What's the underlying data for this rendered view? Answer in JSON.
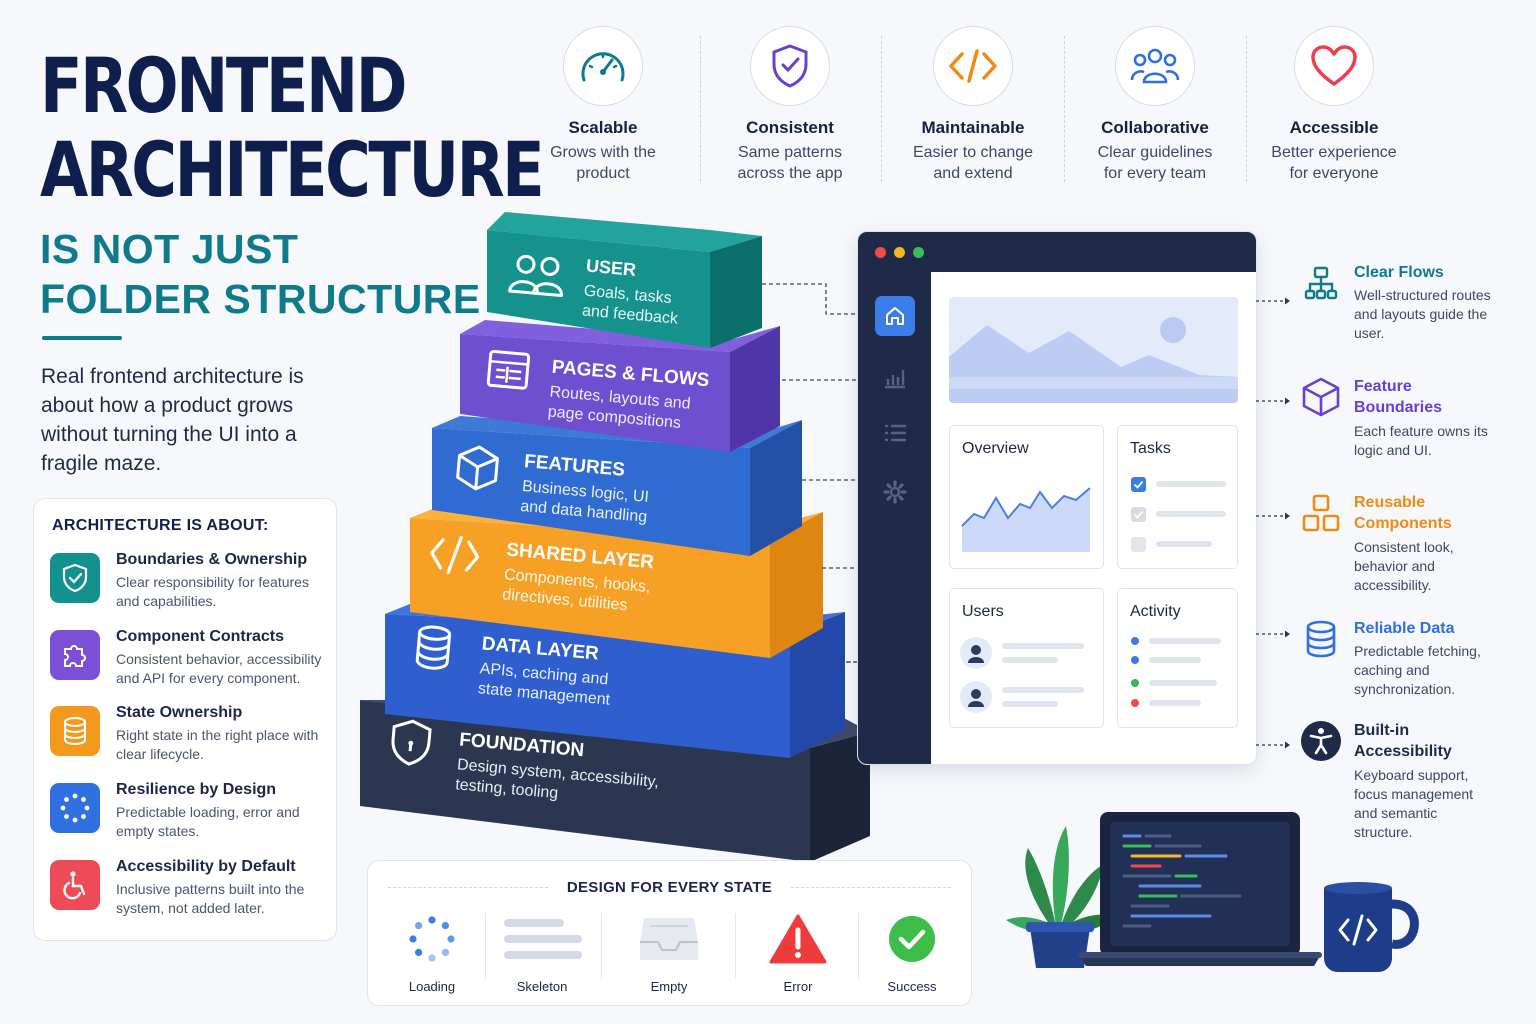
{
  "title": {
    "line1": "FRONTEND",
    "line2": "ARCHITECTURE",
    "sub1": "IS NOT JUST",
    "sub2": "FOLDER STRUCTURE",
    "intro": "Real frontend architecture is about how a product grows without turning the UI into a fragile maze."
  },
  "about": {
    "heading": "ARCHITECTURE IS ABOUT:",
    "items": [
      {
        "title": "Boundaries & Ownership",
        "desc": "Clear responsibility for features and capabilities.",
        "icon": "shield-check-icon",
        "color": "#12918f"
      },
      {
        "title": "Component Contracts",
        "desc": "Consistent behavior, accessibility and API for every component.",
        "icon": "puzzle-icon",
        "color": "#7b4fd6"
      },
      {
        "title": "State Ownership",
        "desc": "Right state in the right place with clear lifecycle.",
        "icon": "database-icon",
        "color": "#f39a1e"
      },
      {
        "title": "Resilience by Design",
        "desc": "Predictable loading, error and empty states.",
        "icon": "spinner-icon",
        "color": "#2f6fe0"
      },
      {
        "title": "Accessibility by Default",
        "desc": "Inclusive patterns built into the system, not added later.",
        "icon": "wheelchair-icon",
        "color": "#ee4a57"
      }
    ]
  },
  "principles": [
    {
      "title": "Scalable",
      "line1": "Grows with the",
      "line2": "product",
      "icon": "gauge-icon",
      "color": "#0e7a8a"
    },
    {
      "title": "Consistent",
      "line1": "Same patterns",
      "line2": "across the app",
      "icon": "shield-check-icon",
      "color": "#6a3fd0"
    },
    {
      "title": "Maintainable",
      "line1": "Easier to change",
      "line2": "and extend",
      "icon": "code-icon",
      "color": "#f08a12"
    },
    {
      "title": "Collaborative",
      "line1": "Clear guidelines",
      "line2": "for every team",
      "icon": "team-icon",
      "color": "#2f6fe0"
    },
    {
      "title": "Accessible",
      "line1": "Better experience",
      "line2": "for everyone",
      "icon": "heart-icon",
      "color": "#ee3d4d"
    }
  ],
  "layers": [
    {
      "title": "USER",
      "line1": "Goals, tasks",
      "line2": "and feedback",
      "icon": "users-icon"
    },
    {
      "title": "PAGES & FLOWS",
      "line1": "Routes, layouts and",
      "line2": "page compositions",
      "icon": "layout-icon"
    },
    {
      "title": "FEATURES",
      "line1": "Business logic, UI",
      "line2": "and data handling",
      "icon": "cube-icon"
    },
    {
      "title": "SHARED LAYER",
      "line1": "Components, hooks,",
      "line2": "directives, utilities",
      "icon": "code-icon"
    },
    {
      "title": "DATA LAYER",
      "line1": "APIs, caching and",
      "line2": "state management",
      "icon": "database-icon"
    },
    {
      "title": "FOUNDATION",
      "line1": "Design system, accessibility,",
      "line2": "testing, tooling",
      "icon": "shield-icon"
    }
  ],
  "browser": {
    "cards": {
      "overview": "Overview",
      "tasks": "Tasks",
      "users": "Users",
      "activity": "Activity"
    }
  },
  "features": [
    {
      "title": "Clear Flows",
      "desc": "Well-structured routes and layouts guide the user.",
      "icon": "sitemap-icon",
      "color": "#0e7a8a"
    },
    {
      "title": "Feature Boundaries",
      "desc": "Each feature owns its logic and UI.",
      "icon": "cube-icon",
      "color": "#6a3fd0"
    },
    {
      "title": "Reusable Components",
      "desc": "Consistent look, behavior and accessibility.",
      "icon": "components-icon",
      "color": "#f08a12"
    },
    {
      "title": "Reliable Data",
      "desc": "Predictable fetching, caching and synchronization.",
      "icon": "database-icon",
      "color": "#2f6fe0"
    },
    {
      "title": "Built-in Accessibility",
      "desc": "Keyboard support, focus management and semantic structure.",
      "icon": "accessibility-icon",
      "color": "#1e2a47"
    }
  ],
  "states": {
    "heading": "DESIGN FOR EVERY STATE",
    "items": [
      {
        "label": "Loading",
        "icon": "spinner-icon"
      },
      {
        "label": "Skeleton",
        "icon": "skeleton-icon"
      },
      {
        "label": "Empty",
        "icon": "empty-tray-icon"
      },
      {
        "label": "Error",
        "icon": "warning-icon"
      },
      {
        "label": "Success",
        "icon": "check-circle-icon"
      }
    ]
  }
}
